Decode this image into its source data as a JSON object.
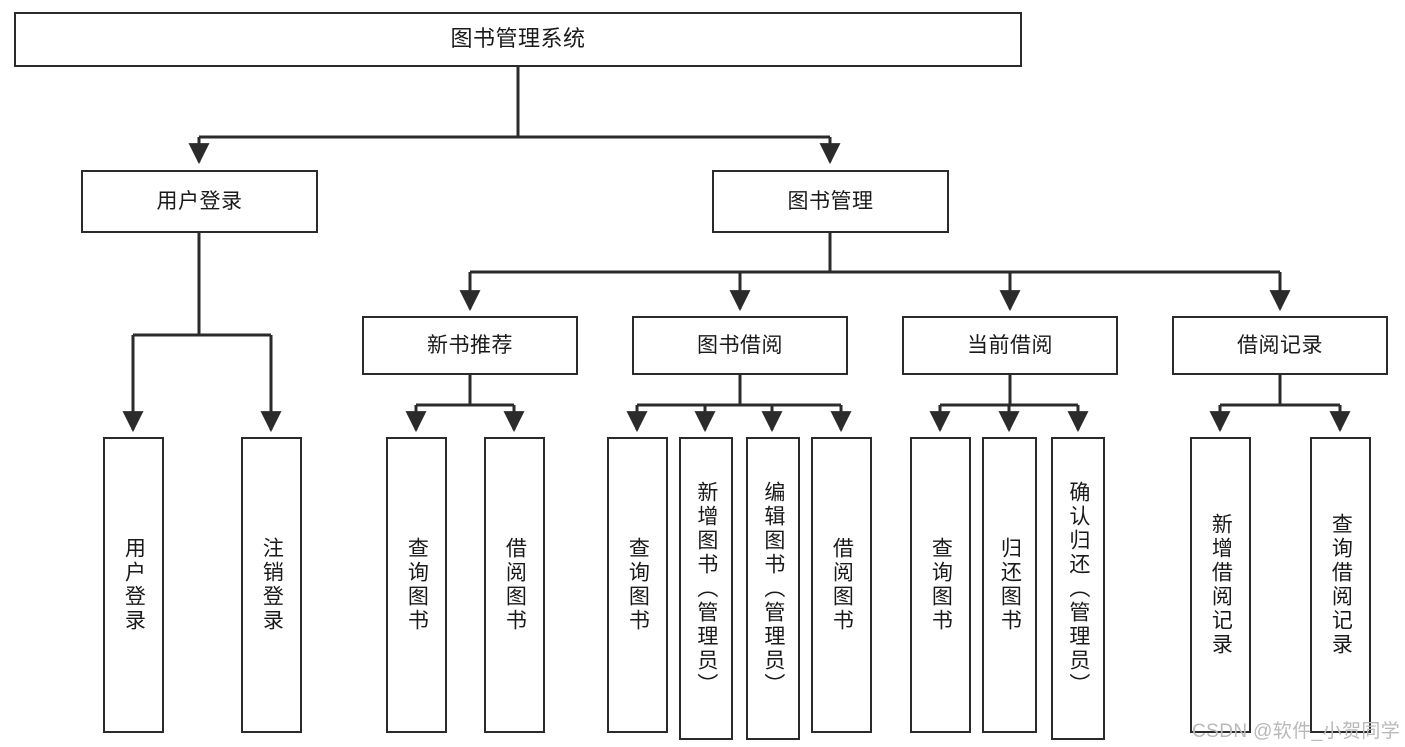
{
  "diagram": {
    "type": "tree-flowchart",
    "title": "图书管理系统",
    "root": {
      "id": "root",
      "label": "图书管理系统"
    },
    "level2": [
      {
        "id": "user-login",
        "label": "用户登录"
      },
      {
        "id": "book-manage",
        "label": "图书管理"
      }
    ],
    "level3": [
      {
        "id": "new-book-recommend",
        "label": "新书推荐",
        "parent": "book-manage"
      },
      {
        "id": "book-borrow",
        "label": "图书借阅",
        "parent": "book-manage"
      },
      {
        "id": "current-borrow",
        "label": "当前借阅",
        "parent": "book-manage"
      },
      {
        "id": "borrow-record",
        "label": "借阅记录",
        "parent": "book-manage"
      }
    ],
    "leaves": [
      {
        "id": "leaf-user-login",
        "label": "用户登录",
        "parent": "user-login"
      },
      {
        "id": "leaf-logout-login",
        "label": "注销登录",
        "parent": "user-login"
      },
      {
        "id": "leaf-query-book-1",
        "label": "查询图书",
        "parent": "new-book-recommend"
      },
      {
        "id": "leaf-borrow-book-1",
        "label": "借阅图书",
        "parent": "new-book-recommend"
      },
      {
        "id": "leaf-query-book-2",
        "label": "查询图书",
        "parent": "book-borrow"
      },
      {
        "id": "leaf-add-book",
        "label": "新增图书（管理员）",
        "parent": "book-borrow"
      },
      {
        "id": "leaf-edit-book",
        "label": "编辑图书（管理员）",
        "parent": "book-borrow"
      },
      {
        "id": "leaf-borrow-book-2",
        "label": "借阅图书",
        "parent": "book-borrow"
      },
      {
        "id": "leaf-query-book-3",
        "label": "查询图书",
        "parent": "current-borrow"
      },
      {
        "id": "leaf-return-book",
        "label": "归还图书",
        "parent": "current-borrow"
      },
      {
        "id": "leaf-confirm-return",
        "label": "确认归还（管理员）",
        "parent": "current-borrow"
      },
      {
        "id": "leaf-add-record",
        "label": "新增借阅记录",
        "parent": "borrow-record"
      },
      {
        "id": "leaf-query-record",
        "label": "查询借阅记录",
        "parent": "borrow-record"
      }
    ]
  },
  "watermark": {
    "text": "CSDN @软件_小贺同学"
  },
  "colors": {
    "stroke": "#2b2b2b",
    "background": "#ffffff",
    "text": "#1a1a1a",
    "watermark": "#b9b9b9"
  }
}
